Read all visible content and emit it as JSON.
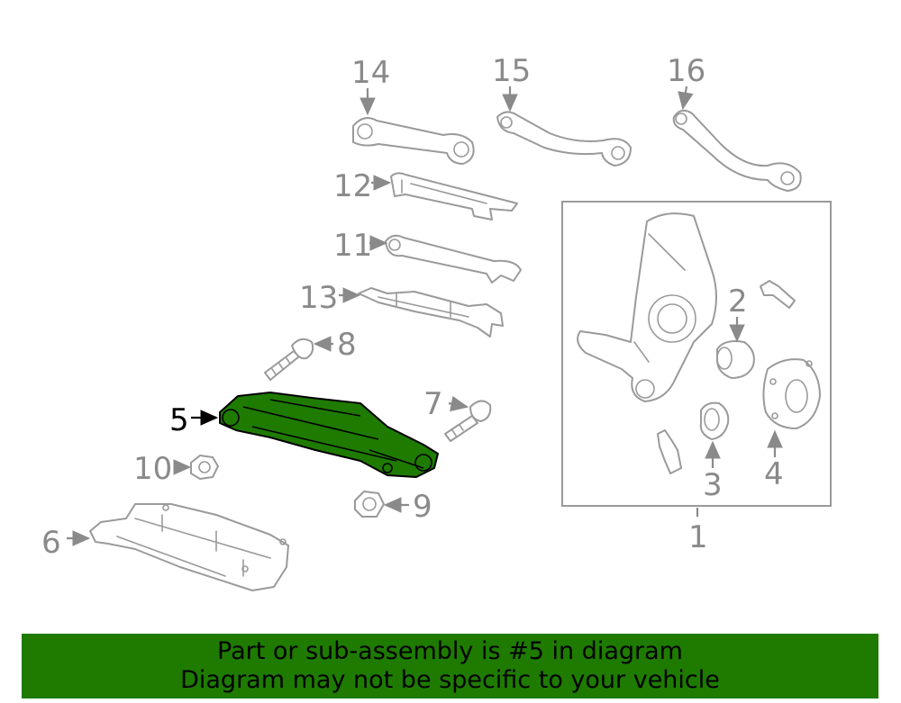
{
  "diagram": {
    "callouts": [
      "1",
      "2",
      "3",
      "4",
      "5",
      "6",
      "7",
      "8",
      "9",
      "10",
      "11",
      "12",
      "13",
      "14",
      "15",
      "16"
    ],
    "highlighted_part": "5",
    "colors": {
      "highlight": "#1e7b00",
      "line_art": "#9a9a9a",
      "banner": "#1e7b00"
    }
  },
  "banner": {
    "line1": "Part or sub-assembly is #5 in diagram",
    "line2": "Diagram may not be specific to your vehicle"
  }
}
